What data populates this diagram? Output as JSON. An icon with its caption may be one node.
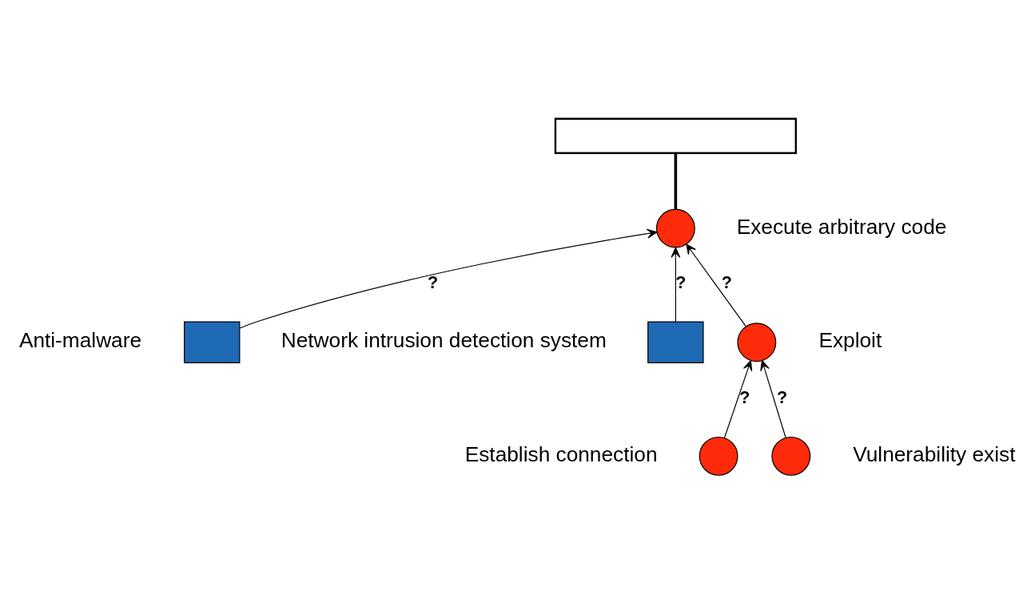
{
  "diagram": {
    "nodes": [
      {
        "text": [],
        "shape": "box"
      },
      {
        "text": [],
        "shape": "box",
        "beside": [
          "Anti-malware"
        ]
      },
      {
        "text": [],
        "shape": "box",
        "beside": [
          "Network intrusion detection system"
        ]
      },
      {
        "text": [],
        "shape": "circle",
        "beside": [
          "Execute arbitrary code"
        ]
      },
      {
        "text": [],
        "shape": "circle",
        "beside": [
          "Exploit"
        ]
      },
      {
        "text": [],
        "shape": "circle",
        "beside": [
          "Establish connection"
        ]
      },
      {
        "text": [],
        "shape": "circle",
        "beside": [
          "Vulnerability exist"
        ]
      }
    ],
    "edges": [
      {
        "from": 0,
        "to": 3,
        "arrow": "none",
        "style": "thick"
      },
      {
        "from": 1,
        "to": 3,
        "arrow": "to",
        "label": "?"
      },
      {
        "from": 2,
        "to": 3,
        "arrow": "to",
        "label": "?"
      },
      {
        "from": 4,
        "to": 3,
        "arrow": "to",
        "label": "?"
      },
      {
        "from": 5,
        "to": 4,
        "arrow": "to",
        "label": "?"
      },
      {
        "from": 6,
        "to": 4,
        "arrow": "to",
        "label": "?"
      }
    ]
  }
}
